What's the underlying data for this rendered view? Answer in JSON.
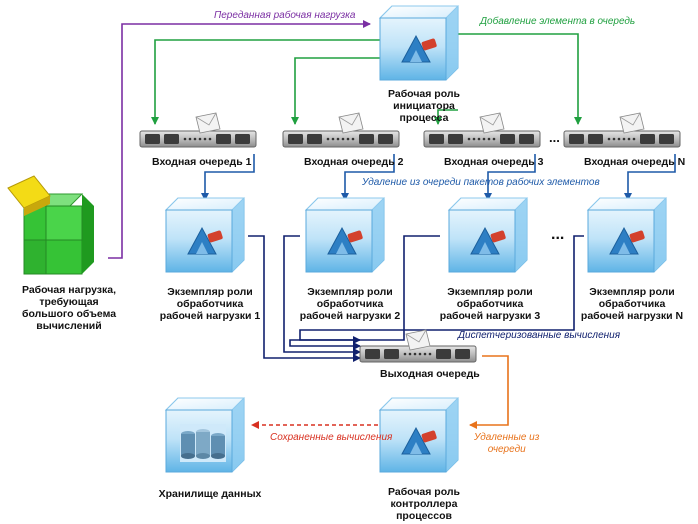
{
  "workload": {
    "label": "Рабочая нагрузка,\nтребующая\nбольшого объема\nвычислений"
  },
  "initiator": {
    "label": "Рабочая роль\nинициатора\nпроцесса"
  },
  "queues": [
    {
      "label": "Входная очередь 1"
    },
    {
      "label": "Входная очередь 2"
    },
    {
      "label": "Входная очередь 3"
    },
    {
      "label": "Входная очередь N"
    }
  ],
  "ellipsis": {
    "queues": "...",
    "workers": "..."
  },
  "workers": [
    {
      "label": "Экземпляр роли\nобработчика\nрабочей нагрузки 1"
    },
    {
      "label": "Экземпляр роли\nобработчика\nрабочей нагрузки 2"
    },
    {
      "label": "Экземпляр роли\nобработчика\nрабочей нагрузки 3"
    },
    {
      "label": "Экземпляр роли\nобработчика\nрабочей нагрузки N"
    }
  ],
  "output_queue": {
    "label": "Выходная очередь"
  },
  "storage": {
    "label": "Хранилище данных"
  },
  "controller": {
    "label": "Рабочая роль\nконтроллера\nпроцессов"
  },
  "notes": {
    "transferred": "Переданная рабочая нагрузка",
    "add_item": "Добавление элемента в очередь",
    "remove_packets": "Удаление из очереди пакетов рабочих элементов",
    "dispatched": "Диспетчеризованные вычисления",
    "saved": "Сохраненные вычисления",
    "removed_from_queue": "Удаленные из\nочереди"
  },
  "colors": {
    "purple": "#7b2fa3",
    "green": "#20a040",
    "blue": "#1e5aa8",
    "navy": "#10206e",
    "orange": "#e8731c",
    "red": "#d83020"
  }
}
